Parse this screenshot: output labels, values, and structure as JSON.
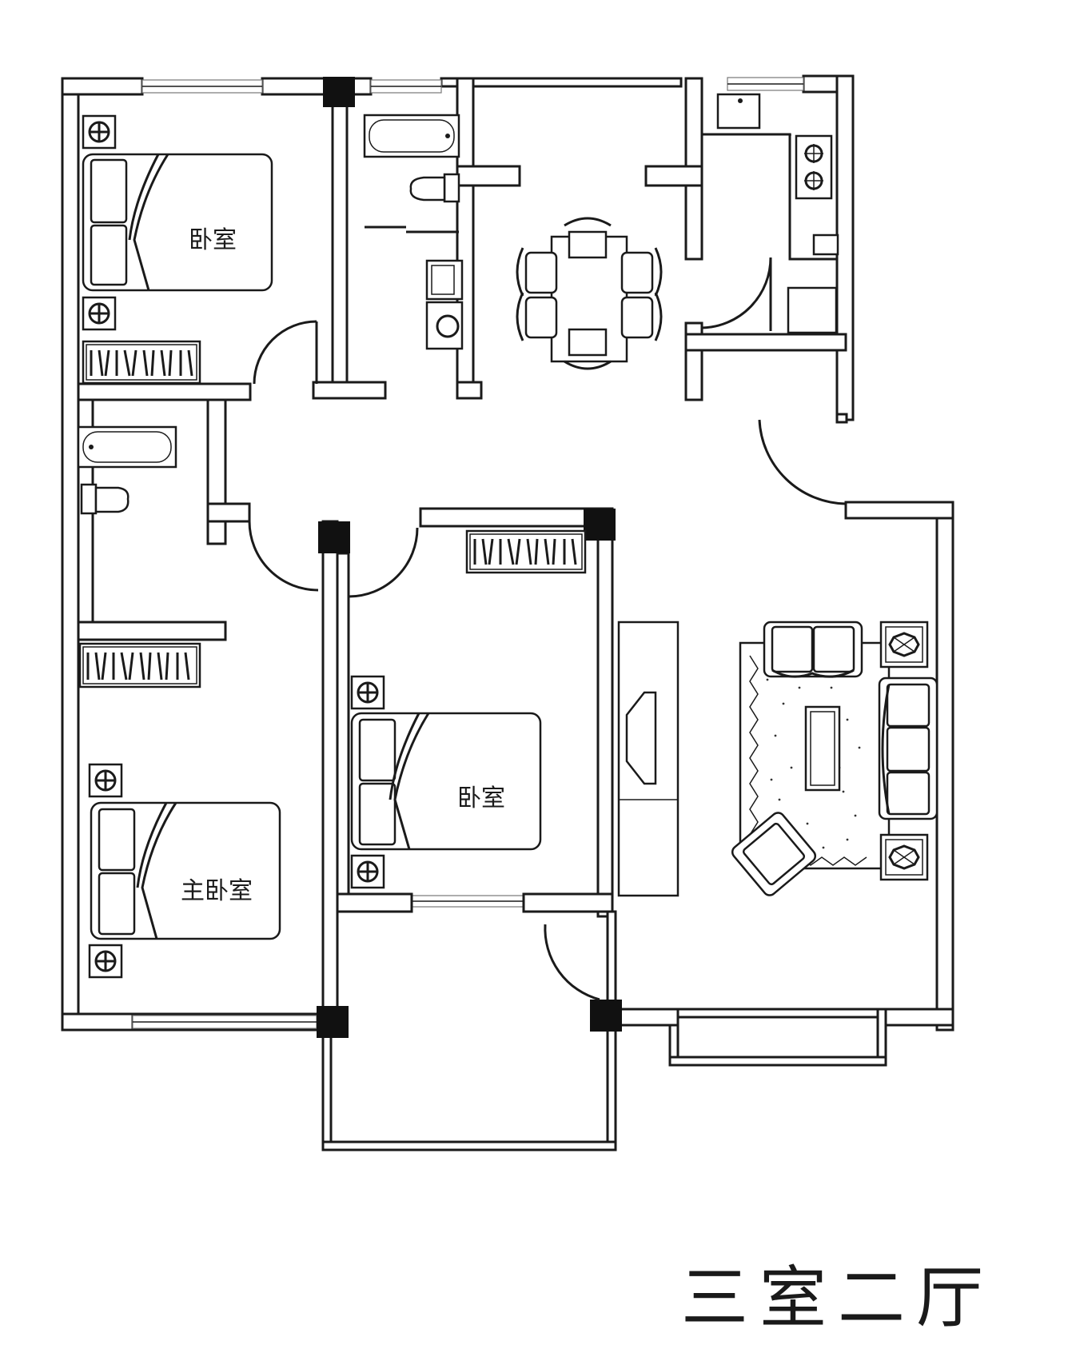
{
  "rooms": {
    "bedroom_north": "卧室",
    "bedroom_center": "卧室",
    "master_bedroom": "主卧室"
  },
  "plan_title": "三室二厅",
  "colors": {
    "ink": "#1a1a1a",
    "background": "#ffffff"
  },
  "icons": [
    "bed-icon",
    "nightstand-lamp-icon",
    "wardrobe-icon",
    "bathtub-icon",
    "toilet-icon",
    "washbasin-icon",
    "dining-table-icon",
    "chair-icon",
    "stove-icon",
    "sink-icon",
    "sofa-icon",
    "armchair-icon",
    "coffee-table-icon",
    "rug-icon",
    "tv-icon",
    "tv-cabinet-icon",
    "side-table-icon"
  ]
}
